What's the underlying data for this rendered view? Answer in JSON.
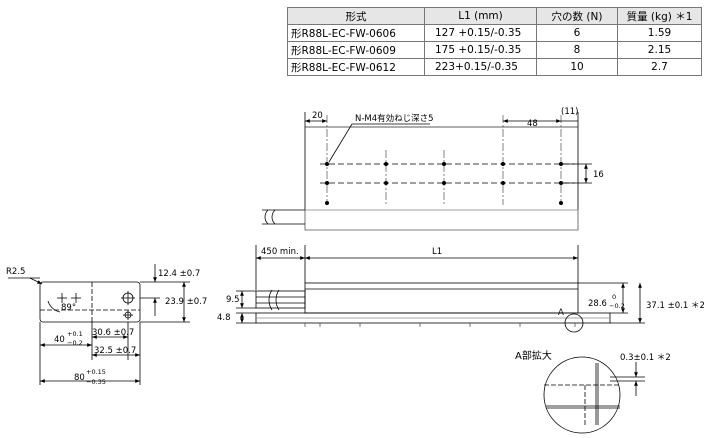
{
  "table": {
    "headers": [
      "形式",
      "L1 (mm)",
      "穴の数 (N)",
      "質量 (kg) ＊1"
    ],
    "rows": [
      [
        "形R88L-EC-FW-0606",
        "127 +0.15/-0.35",
        "6",
        "1.59"
      ],
      [
        "形R88L-EC-FW-0609",
        "175 +0.15/-0.35",
        "8",
        "2.15"
      ],
      [
        "形R88L-EC-FW-0612",
        "223+0.15/-0.35",
        "10",
        "2.7"
      ]
    ]
  },
  "top_view": {
    "dim_20": "20",
    "dim_48": "48",
    "dim_11": "(11)",
    "hole_note": "N-M4有効ねじ深さ5",
    "dim_16": "16"
  },
  "side_view": {
    "dim_450": "450 min.",
    "dim_l1": "L1",
    "dim_9_5": "9.5",
    "dim_4_8": "4.8",
    "dim_28_6": "28.6",
    "tol_28_6_upper": "0",
    "tol_28_6_lower": "−0.2",
    "dim_37_1": "37.1 ±0.1 ＊2",
    "label_a": "A"
  },
  "end_view": {
    "radius": "R2.5",
    "angle": "89°",
    "dim_12_4": "12.4 ±0.7",
    "dim_23_9": "23.9 ±0.7",
    "dim_40": "40",
    "tol_40_upper": "+0.1",
    "tol_40_lower": "−0.2",
    "dim_30_6": "30.6 ±0.7",
    "dim_32_5": "32.5 ±0.7",
    "dim_80": "80",
    "tol_80_upper": "+0.15",
    "tol_80_lower": "−0.35"
  },
  "detail": {
    "title": "A部拡大",
    "dim_0_3": "0.3±0.1 ＊2"
  }
}
